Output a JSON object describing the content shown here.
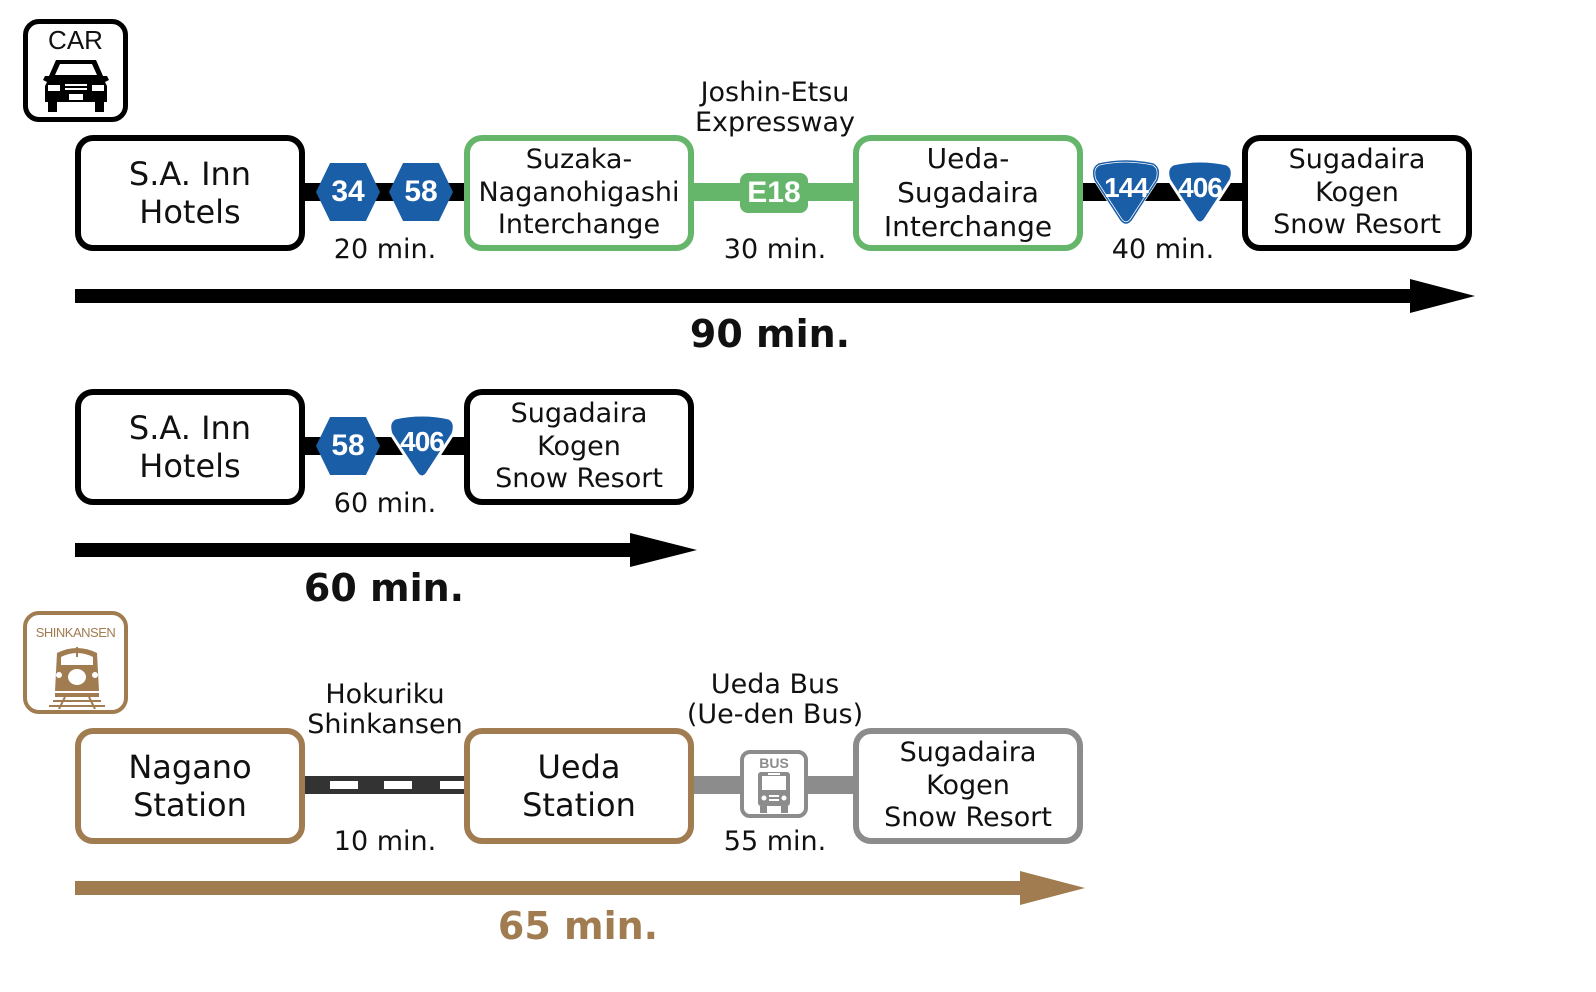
{
  "colors": {
    "black": "#000000",
    "expressway_green": "#65b56b",
    "route_blue": "#1a5ea8",
    "shinkansen_brown": "#a07c50",
    "bus_gray": "#8c8c8c"
  },
  "car_icon": {
    "label": "CAR"
  },
  "shinkansen_icon": {
    "label": "SHINKANSEN"
  },
  "route1": {
    "nodes": [
      "S.A. Inn\nHotels",
      "Suzaka-\nNaganohigashi\nInterchange",
      "Ueda-Sugadaira\nInterchange",
      "Sugadaira\nKogen\nSnow Resort"
    ],
    "segments": [
      {
        "badges": [
          "34",
          "58"
        ],
        "time": "20 min."
      },
      {
        "line_label": "Joshin-Etsu\nExpressway",
        "badges": [
          "E18"
        ],
        "time": "30 min."
      },
      {
        "badges": [
          "144",
          "406"
        ],
        "time": "40 min."
      }
    ],
    "total": "90 min."
  },
  "route2": {
    "nodes": [
      "S.A. Inn\nHotels",
      "Sugadaira\nKogen\nSnow Resort"
    ],
    "segments": [
      {
        "badges": [
          "58",
          "406"
        ],
        "time": "60 min."
      }
    ],
    "total": "60 min."
  },
  "route3": {
    "nodes": [
      "Nagano\nStation",
      "Ueda\nStation",
      "Sugadaira\nKogen\nSnow Resort"
    ],
    "segments": [
      {
        "line_label": "Hokuriku\nShinkansen",
        "time": "10 min."
      },
      {
        "line_label": "Ueda Bus\n(Ue-den Bus)",
        "bus_icon_label": "BUS",
        "time": "55 min."
      }
    ],
    "total": "65 min."
  }
}
